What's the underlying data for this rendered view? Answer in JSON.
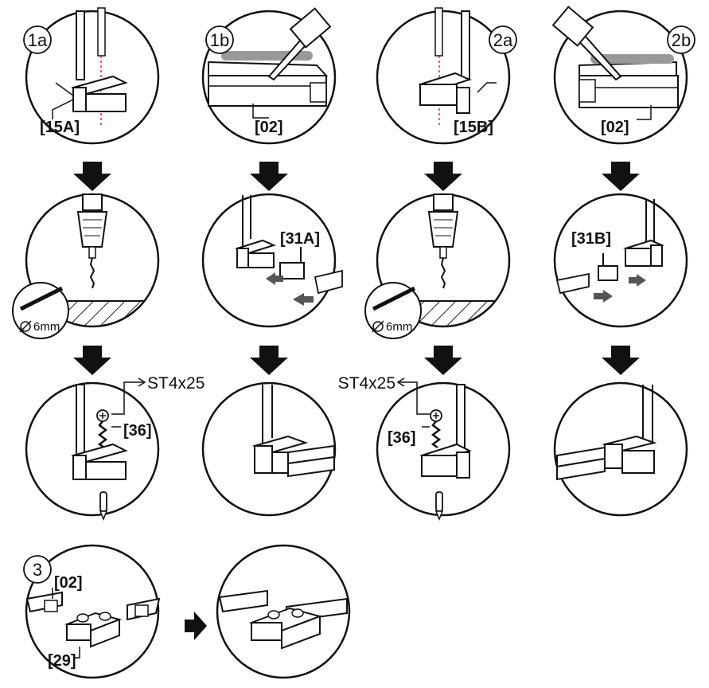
{
  "steps": {
    "s1a": "1a",
    "s1b": "1b",
    "s2a": "2a",
    "s2b": "2b",
    "s3": "3"
  },
  "parts": {
    "p15a": "[15A]",
    "p02_1b": "[02]",
    "p15b": "[15B]",
    "p02_2b": "[02]",
    "p31a": "[31A]",
    "p31b": "[31B]",
    "p36_left": "[36]",
    "p36_right": "[36]",
    "p02_3": "[02]",
    "p29": "[29]"
  },
  "screws": {
    "left": "ST4x25",
    "right": "ST4x25"
  },
  "drill_bit": {
    "left": "6mm",
    "right": "6mm"
  }
}
